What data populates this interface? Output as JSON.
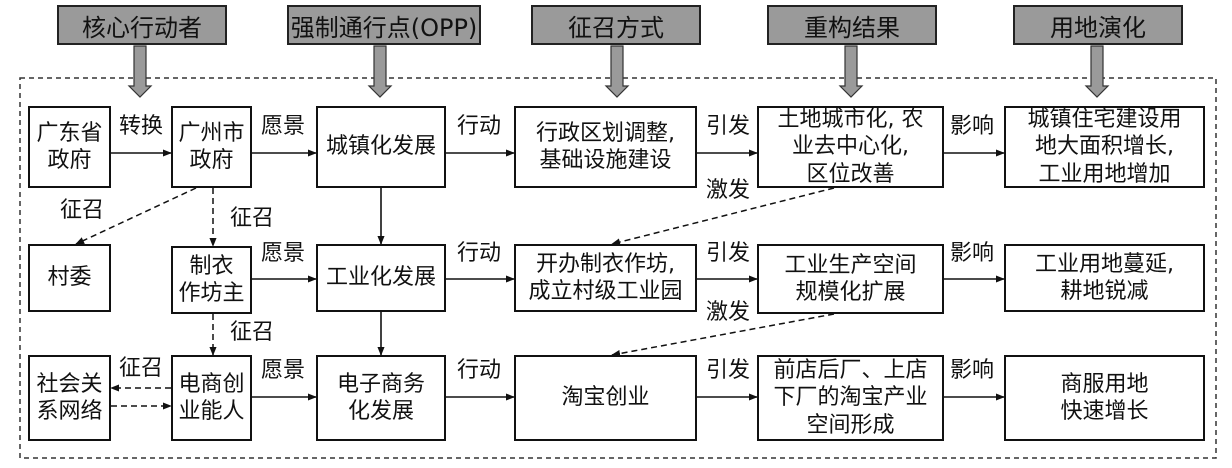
{
  "headers": [
    {
      "id": "core-actor",
      "text": "核心行动者"
    },
    {
      "id": "opp",
      "text": "强制通行点(OPP)"
    },
    {
      "id": "recruit",
      "text": "征召方式"
    },
    {
      "id": "result",
      "text": "重构结果"
    },
    {
      "id": "evolution",
      "text": "用地演化"
    }
  ],
  "boxes": {
    "gd_gov": [
      "广东省",
      "政府"
    ],
    "gz_gov": [
      "广州市",
      "政府"
    ],
    "urban_dev": [
      "城镇化发展"
    ],
    "admin_adjust": [
      "行政区划调整,",
      "基础设施建设"
    ],
    "land_urban": [
      "土地城市化, 农",
      "业去中心化,",
      "区位改善"
    ],
    "residential": [
      "城镇住宅建设用",
      "地大面积增长,",
      "工业用地增加"
    ],
    "village": [
      "村委"
    ],
    "workshop_owner": [
      "制衣",
      "作坊主"
    ],
    "industrial_dev": [
      "工业化发展"
    ],
    "workshop_park": [
      "开办制衣作坊,",
      "成立村级工业园"
    ],
    "industrial_space": [
      "工业生产空间",
      "规模化扩展"
    ],
    "industrial_sprawl": [
      "工业用地蔓延,",
      "耕地锐减"
    ],
    "social_network": [
      "社会关",
      "系网络"
    ],
    "ecommerce_people": [
      "电商创",
      "业能人"
    ],
    "ecommerce_dev": [
      "电子商务",
      "化发展"
    ],
    "taobao": [
      "淘宝创业"
    ],
    "taobao_space": [
      "前店后厂、上店",
      "下厂的淘宝产业",
      "空间形成"
    ],
    "commercial_land": [
      "商服用地",
      "快速增长"
    ]
  },
  "labels": {
    "convert": "转换",
    "vision": "愿景",
    "action": "行动",
    "trigger": "引发",
    "influence": "影响",
    "recruit": "征召",
    "stimulate": "激发"
  }
}
